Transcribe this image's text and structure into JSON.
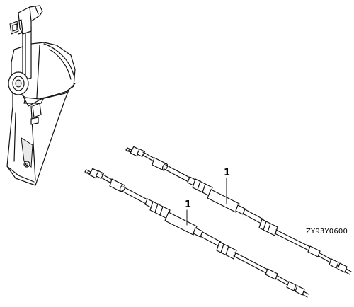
{
  "diagram": {
    "callouts": [
      {
        "label": "1"
      },
      {
        "label": "1"
      }
    ],
    "figure_code": "ZY93Y0600"
  }
}
